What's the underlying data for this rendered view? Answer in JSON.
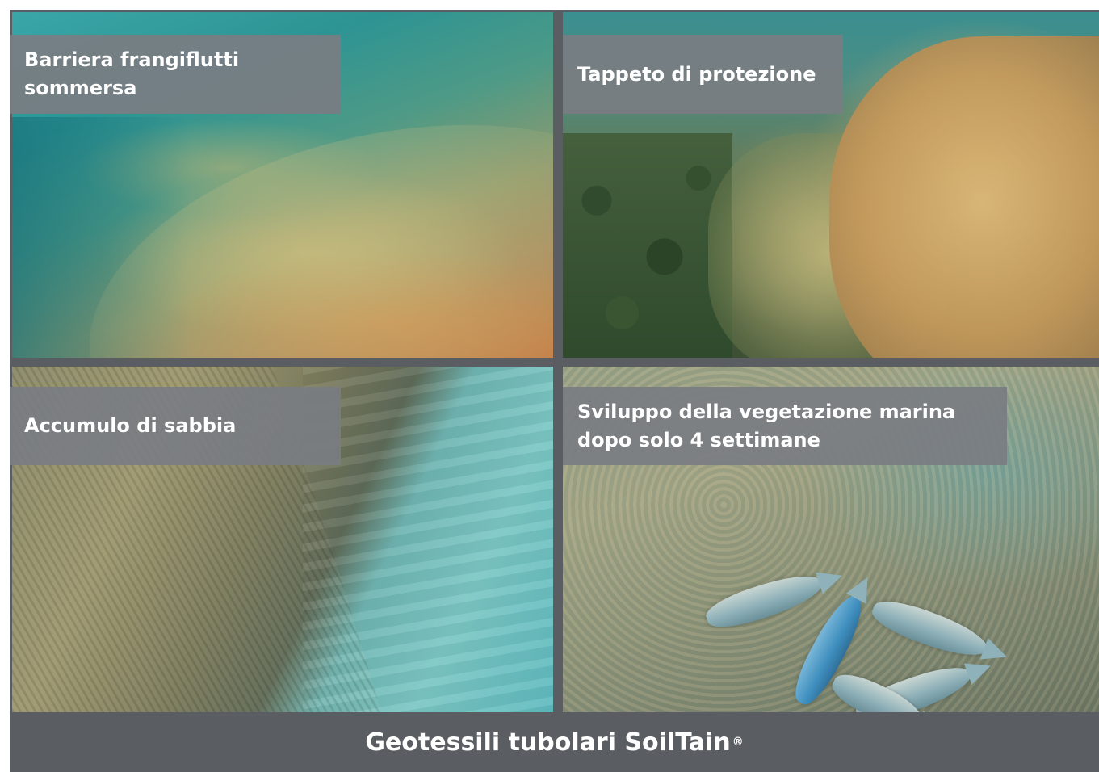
{
  "panels": [
    {
      "label": "Barriera frangiflutti\nsommersa"
    },
    {
      "label": "Tappeto di protezione"
    },
    {
      "label": "Accumulo di sabbia"
    },
    {
      "label": "Sviluppo della vegetazione marina\n dopo solo 4 settimane"
    }
  ],
  "footer": {
    "title": "Geotessili tubolari SoilTain",
    "mark": "®"
  }
}
